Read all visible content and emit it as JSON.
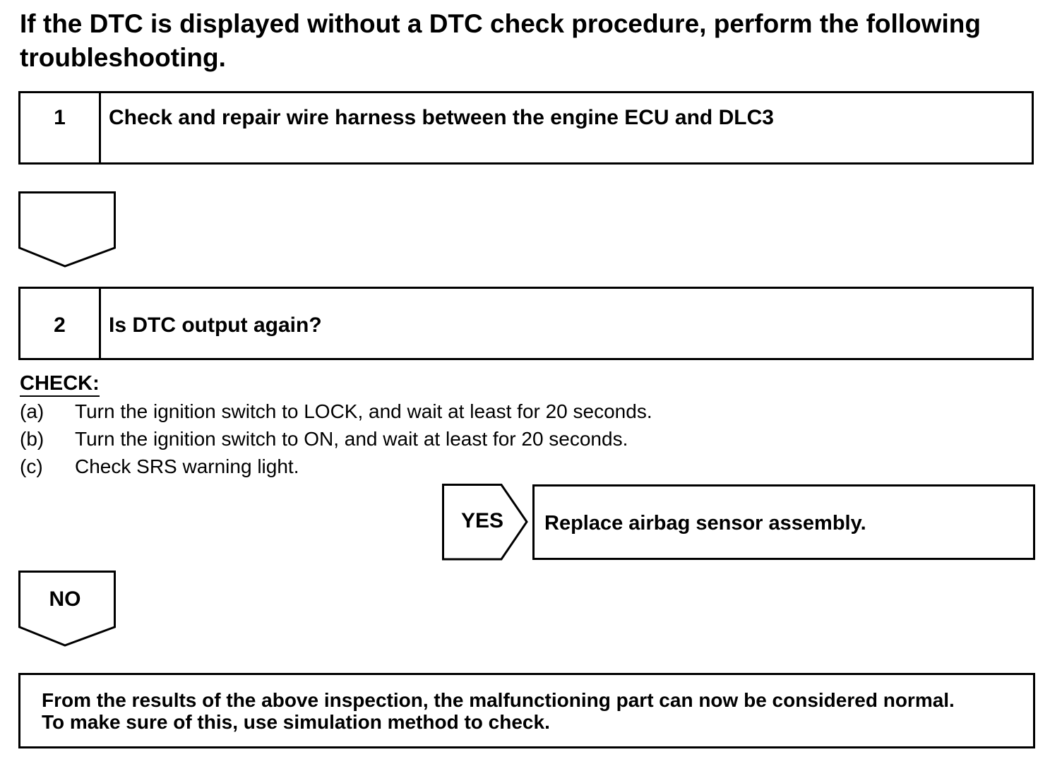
{
  "heading": "If the DTC is displayed without a DTC check procedure, perform the following troubleshooting.",
  "step1": {
    "number": "1",
    "text": "Check and repair wire harness between the engine ECU and DLC3"
  },
  "step2": {
    "number": "2",
    "text": "Is DTC output again?"
  },
  "check": {
    "label": "CHECK:",
    "items": [
      {
        "mark": "(a)",
        "text": "Turn the ignition switch to LOCK, and wait at least for 20 seconds."
      },
      {
        "mark": "(b)",
        "text": "Turn the ignition switch to ON, and wait at least for 20 seconds."
      },
      {
        "mark": "(c)",
        "text": "Check SRS warning light."
      }
    ]
  },
  "yes": {
    "label": "YES",
    "result": "Replace airbag sensor assembly."
  },
  "no": {
    "label": "NO"
  },
  "final": {
    "line1": "From the results of the above inspection, the malfunctioning part can now be considered normal.",
    "line2": "To make sure of this, use simulation method to check."
  }
}
